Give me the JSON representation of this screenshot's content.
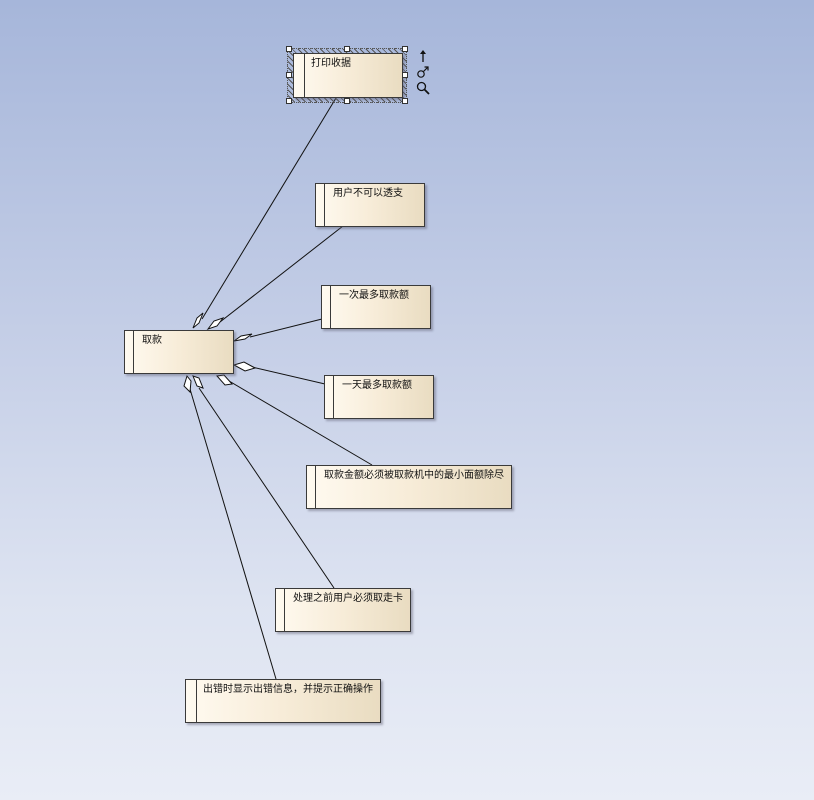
{
  "diagram": {
    "central": {
      "label": "取款"
    },
    "requirements": [
      {
        "id": "r1",
        "label": "打印收据"
      },
      {
        "id": "r2",
        "label": "用户不可以透支"
      },
      {
        "id": "r3",
        "label": "一次最多取款额"
      },
      {
        "id": "r4",
        "label": "一天最多取款额"
      },
      {
        "id": "r5",
        "label": "取款金额必须被取款机中的最小面额除尽"
      },
      {
        "id": "r6",
        "label": "处理之前用户必须取走卡"
      },
      {
        "id": "r7",
        "label": "出错时显示出错信息，并提示正确操作"
      }
    ]
  },
  "selection_tools": [
    "arrow-up-icon",
    "link-icon",
    "zoom-icon"
  ]
}
